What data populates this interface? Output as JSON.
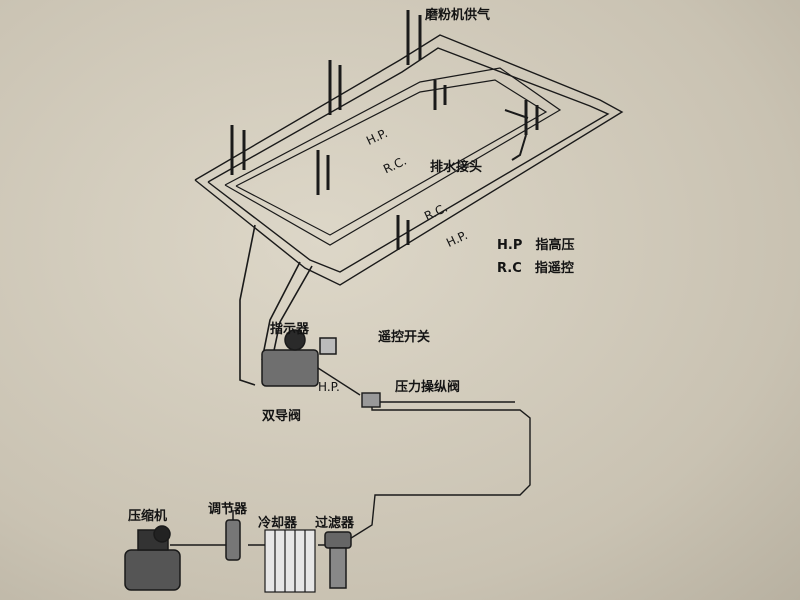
{
  "labels": {
    "mill_supply": "磨粉机供气",
    "hp_pipe": "H.P.",
    "rc_pipe": "R.C.",
    "drain_joint": "排水接头",
    "rc_pipe2": "R.C.",
    "hp_pipe2": "H.P.",
    "legend_hp_code": "H.P",
    "legend_hp_text": "指高压",
    "legend_rc_code": "R.C",
    "legend_rc_text": "指遥控",
    "indicator": "指示器",
    "remote_switch": "遥控开关",
    "hp_small": "H.P.",
    "pressure_valve": "压力操纵阀",
    "dual_valve": "双导阀",
    "compressor": "压缩机",
    "regulator": "调节器",
    "cooler": "冷却器",
    "filter": "过滤器"
  }
}
